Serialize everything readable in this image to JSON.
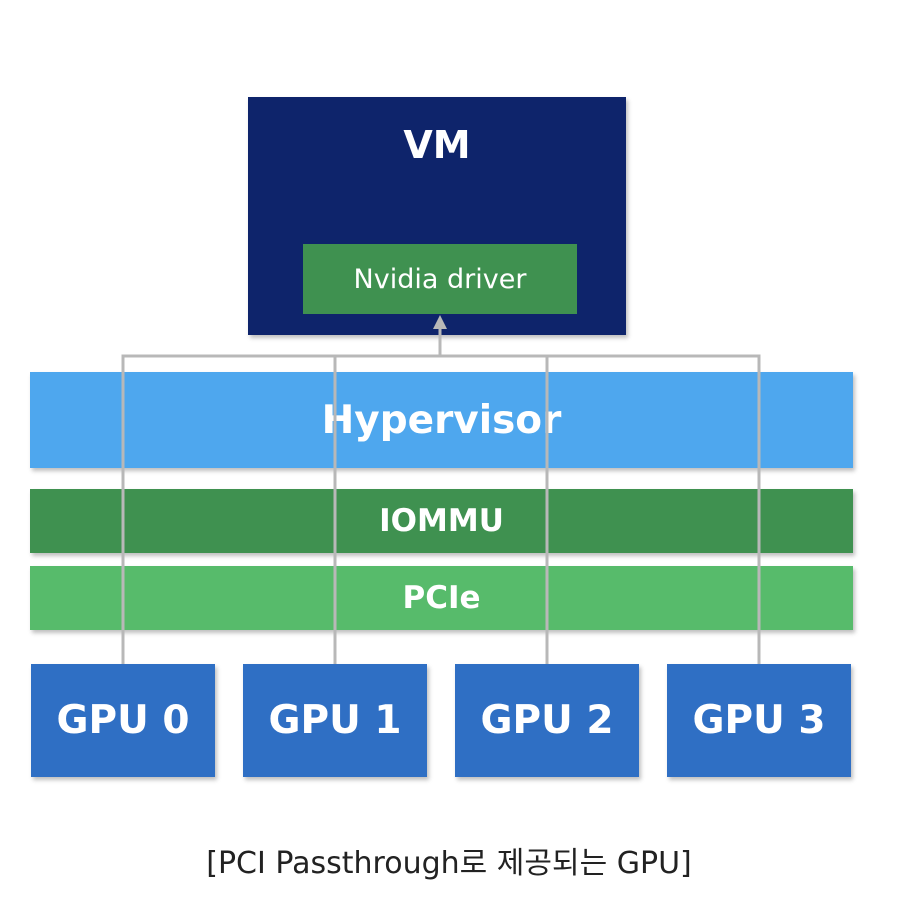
{
  "vm": {
    "title": "VM",
    "driver": "Nvidia driver"
  },
  "layers": {
    "hypervisor": "Hypervisor",
    "iommu": "IOMMU",
    "pcie": "PCIe"
  },
  "gpus": [
    "GPU 0",
    "GPU 1",
    "GPU 2",
    "GPU 3"
  ],
  "caption": "[PCI Passthrough로 제공되는 GPU]",
  "colors": {
    "vm": "#0e246b",
    "driver": "#3f9150",
    "hypervisor": "#4ea7ee",
    "iommu": "#3f9150",
    "pcie": "#57bb6b",
    "gpu": "#2f6fc4",
    "connector": "#b8b8b8"
  }
}
